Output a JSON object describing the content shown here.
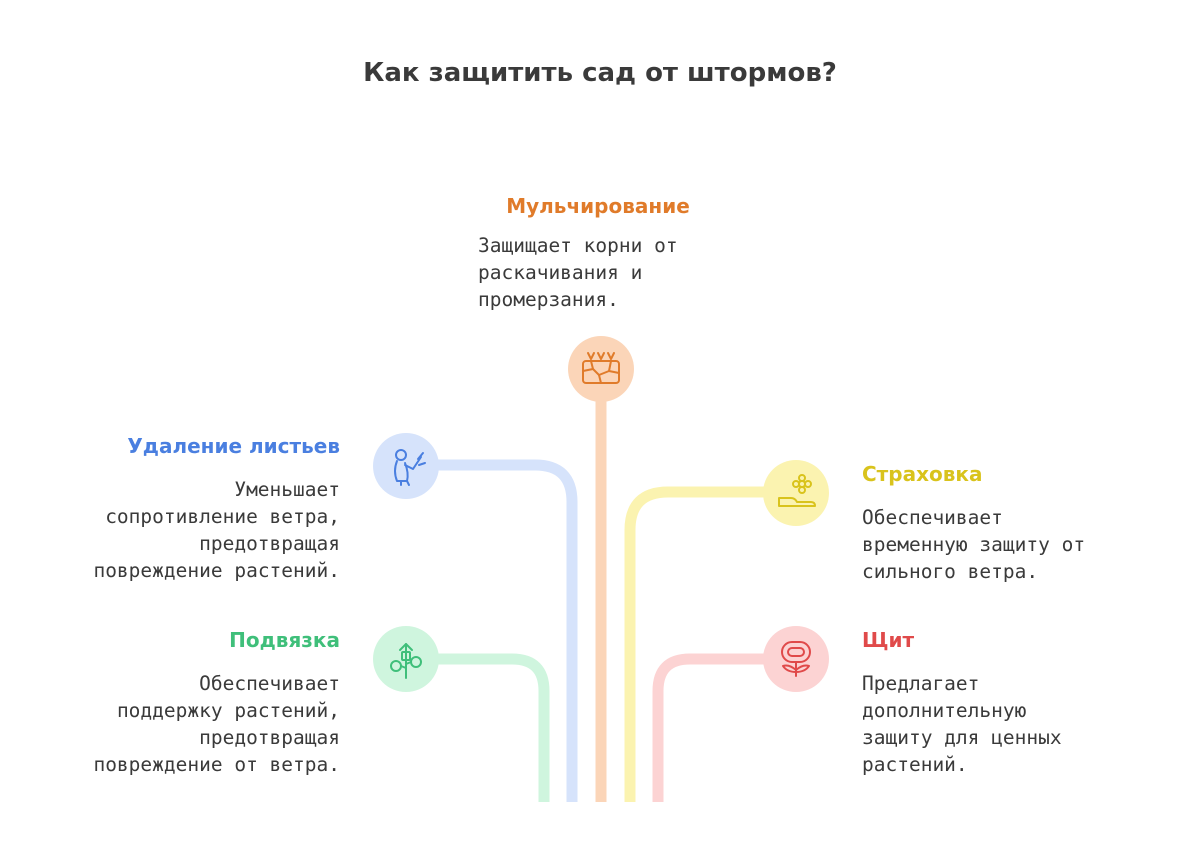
{
  "title": "Как защитить сад от штормов?",
  "colors": {
    "orange": "#E07B2A",
    "orange_light": "#FBD5B8",
    "blue": "#4A7FE0",
    "blue_light": "#D6E3FB",
    "yellow": "#D9C31C",
    "yellow_light": "#FBF3B0",
    "green": "#3FBF7A",
    "green_light": "#CFF5DE",
    "red": "#E04A4A",
    "red_light": "#FCD3D3"
  },
  "items": {
    "mulch": {
      "heading": "Мульчирование",
      "lines": [
        "Защищает корни от",
        "раскачивания и",
        "промерзания."
      ],
      "icon": "soil-mulch-icon"
    },
    "leaves": {
      "heading": "Удаление листьев",
      "lines": [
        "Уменьшает",
        "сопротивление ветра,",
        "предотвращая",
        "повреждение растений."
      ],
      "icon": "gardener-pruning-icon"
    },
    "tying": {
      "heading": "Подвязка",
      "lines": [
        "Обеспечивает",
        "поддержку растений,",
        "предотвращая",
        "повреждение от ветра."
      ],
      "icon": "plant-support-icon"
    },
    "insurance": {
      "heading": "Страховка",
      "lines": [
        "Обеспечивает",
        "временную защиту от",
        "сильного ветра."
      ],
      "icon": "hand-flower-icon"
    },
    "shield": {
      "heading": "Щит",
      "lines": [
        "Предлагает",
        "дополнительную",
        "защиту для ценных",
        "растений."
      ],
      "icon": "flower-shield-icon"
    }
  }
}
